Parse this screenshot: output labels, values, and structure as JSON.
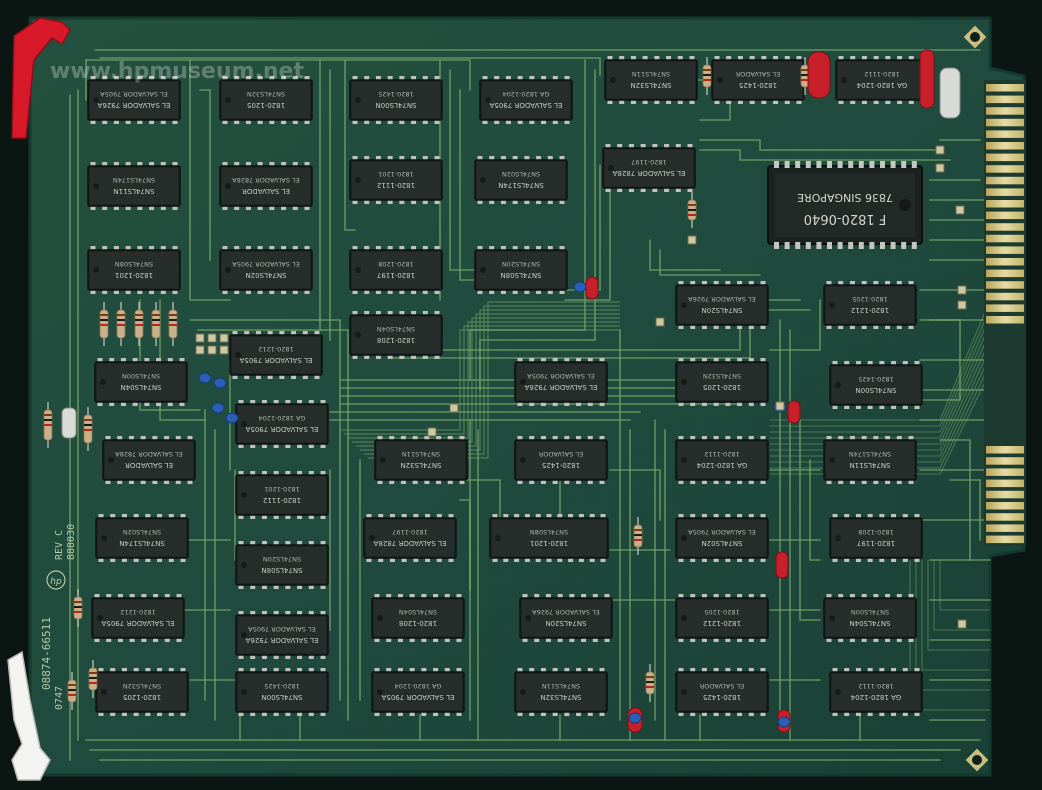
{
  "image": {
    "kind": "photo of a printed circuit board",
    "watermark": "www.hpmuseum.net",
    "main_chip_lines": [
      "F 1820-0640",
      "7836 SINGAPORE"
    ],
    "chip_labels": [
      "EL SALVADOR 7926A",
      "1820-1205",
      "SN74LS00N",
      "EL SALVADOR 7905A",
      "SN74LS32N",
      "1820-1425",
      "GA 1820-1204",
      "SN74LS11N",
      "EL SALVADOR",
      "1820-1112",
      "SN74LS174N",
      "EL SALVADOR 7828A",
      "1820-1201",
      "SN74LS02N",
      "1820-1197",
      "SN74LS08N",
      "EL SALVADOR 7905A",
      "1820-1208",
      "SN74LS20N",
      "1820-1212",
      "SN74LS04N"
    ],
    "side_text": [
      "08874-66511",
      "REV C",
      "0747",
      "888030"
    ],
    "colors": {
      "board": "#1f4a3d",
      "trace": "#77a86a",
      "contacts": "#d8cc8c",
      "chip": "#1f2523",
      "resistor": "#c9b089",
      "capacitor_red": "#c8202a",
      "capacitor_blue": "#2a5fb8",
      "ejector_red": "#d8192a",
      "ejector_white": "#f4f4f4"
    }
  }
}
